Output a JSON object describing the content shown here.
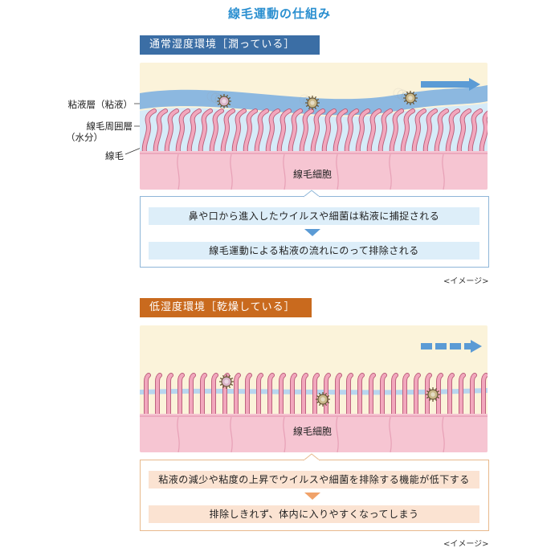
{
  "title": "線毛運動の仕組み",
  "section1": {
    "header": "通常湿度環境［潤っている］",
    "labels": {
      "mucus": "粘液層（粘液）",
      "periciliary_1": "線毛周囲層",
      "periciliary_2": "（水分）",
      "cilia": "線毛",
      "cells": "線毛細胞"
    },
    "step1": "鼻や口から進入したウイルスや細菌は粘液に捕捉される",
    "step2": "線毛運動による粘液の流れにのって排除される",
    "note": "<イメージ>"
  },
  "section2": {
    "header": "低湿度環境［乾燥している］",
    "labels": {
      "cells": "線毛細胞"
    },
    "step1": "粘液の減少や粘度の上昇でウイルスや細菌を排除する機能が低下する",
    "step2": "排除しきれず、体内に入りやすくなってしまう",
    "note": "<イメージ>"
  },
  "colors": {
    "accent_blue": "#3b6ea5",
    "accent_orange": "#c96a1e",
    "title_blue": "#2a8fd0",
    "panel_bg": "#fbf3da",
    "mucus": "#8cb8e0",
    "periciliary": "#d6ebf8",
    "cilia": "#f2a7bd",
    "cells": "#f6c5d2"
  }
}
